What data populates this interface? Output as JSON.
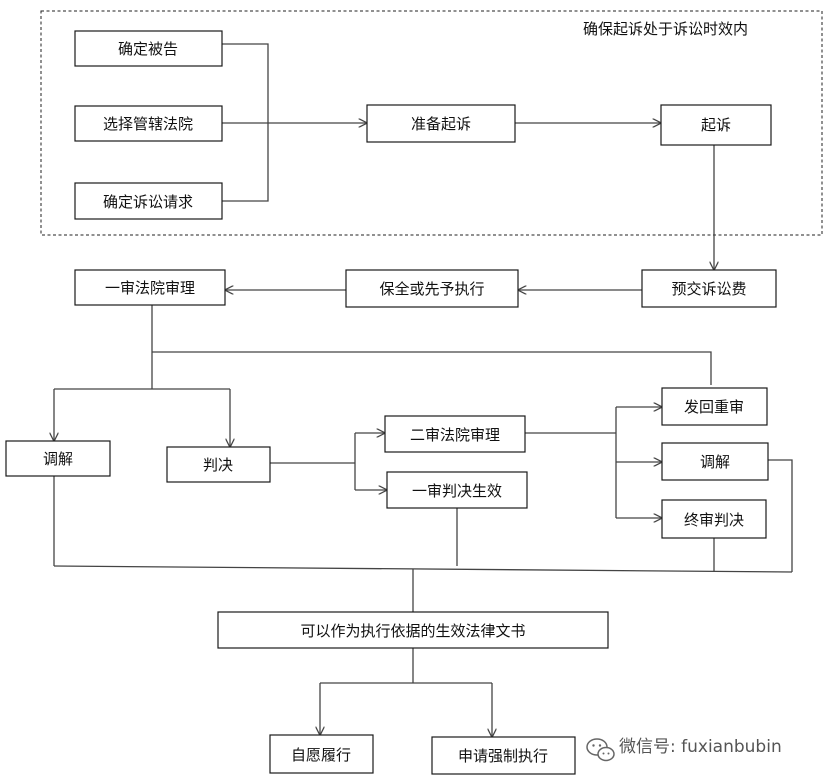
{
  "scope_note": "确保起诉处于诉讼时效内",
  "nodes": {
    "confirm_defendant": "确定被告",
    "choose_court": "选择管辖法院",
    "confirm_claims": "确定诉讼请求",
    "prepare_suit": "准备起诉",
    "file_suit": "起诉",
    "prepay_fees": "预交诉讼费",
    "preservation": "保全或先予执行",
    "first_instance": "一审法院审理",
    "mediation_1": "调解",
    "judgment": "判决",
    "second_instance": "二审法院审理",
    "first_effective": "一审判决生效",
    "remand_retrial": "发回重审",
    "mediation_2": "调解",
    "final_judgment": "终审判决",
    "enforceable_document": "可以作为执行依据的生效法律文书",
    "voluntary_performance": "自愿履行",
    "apply_enforcement": "申请强制执行"
  },
  "watermark": {
    "icon": "wechat-icon",
    "text": "微信号: fuxianbubin"
  }
}
